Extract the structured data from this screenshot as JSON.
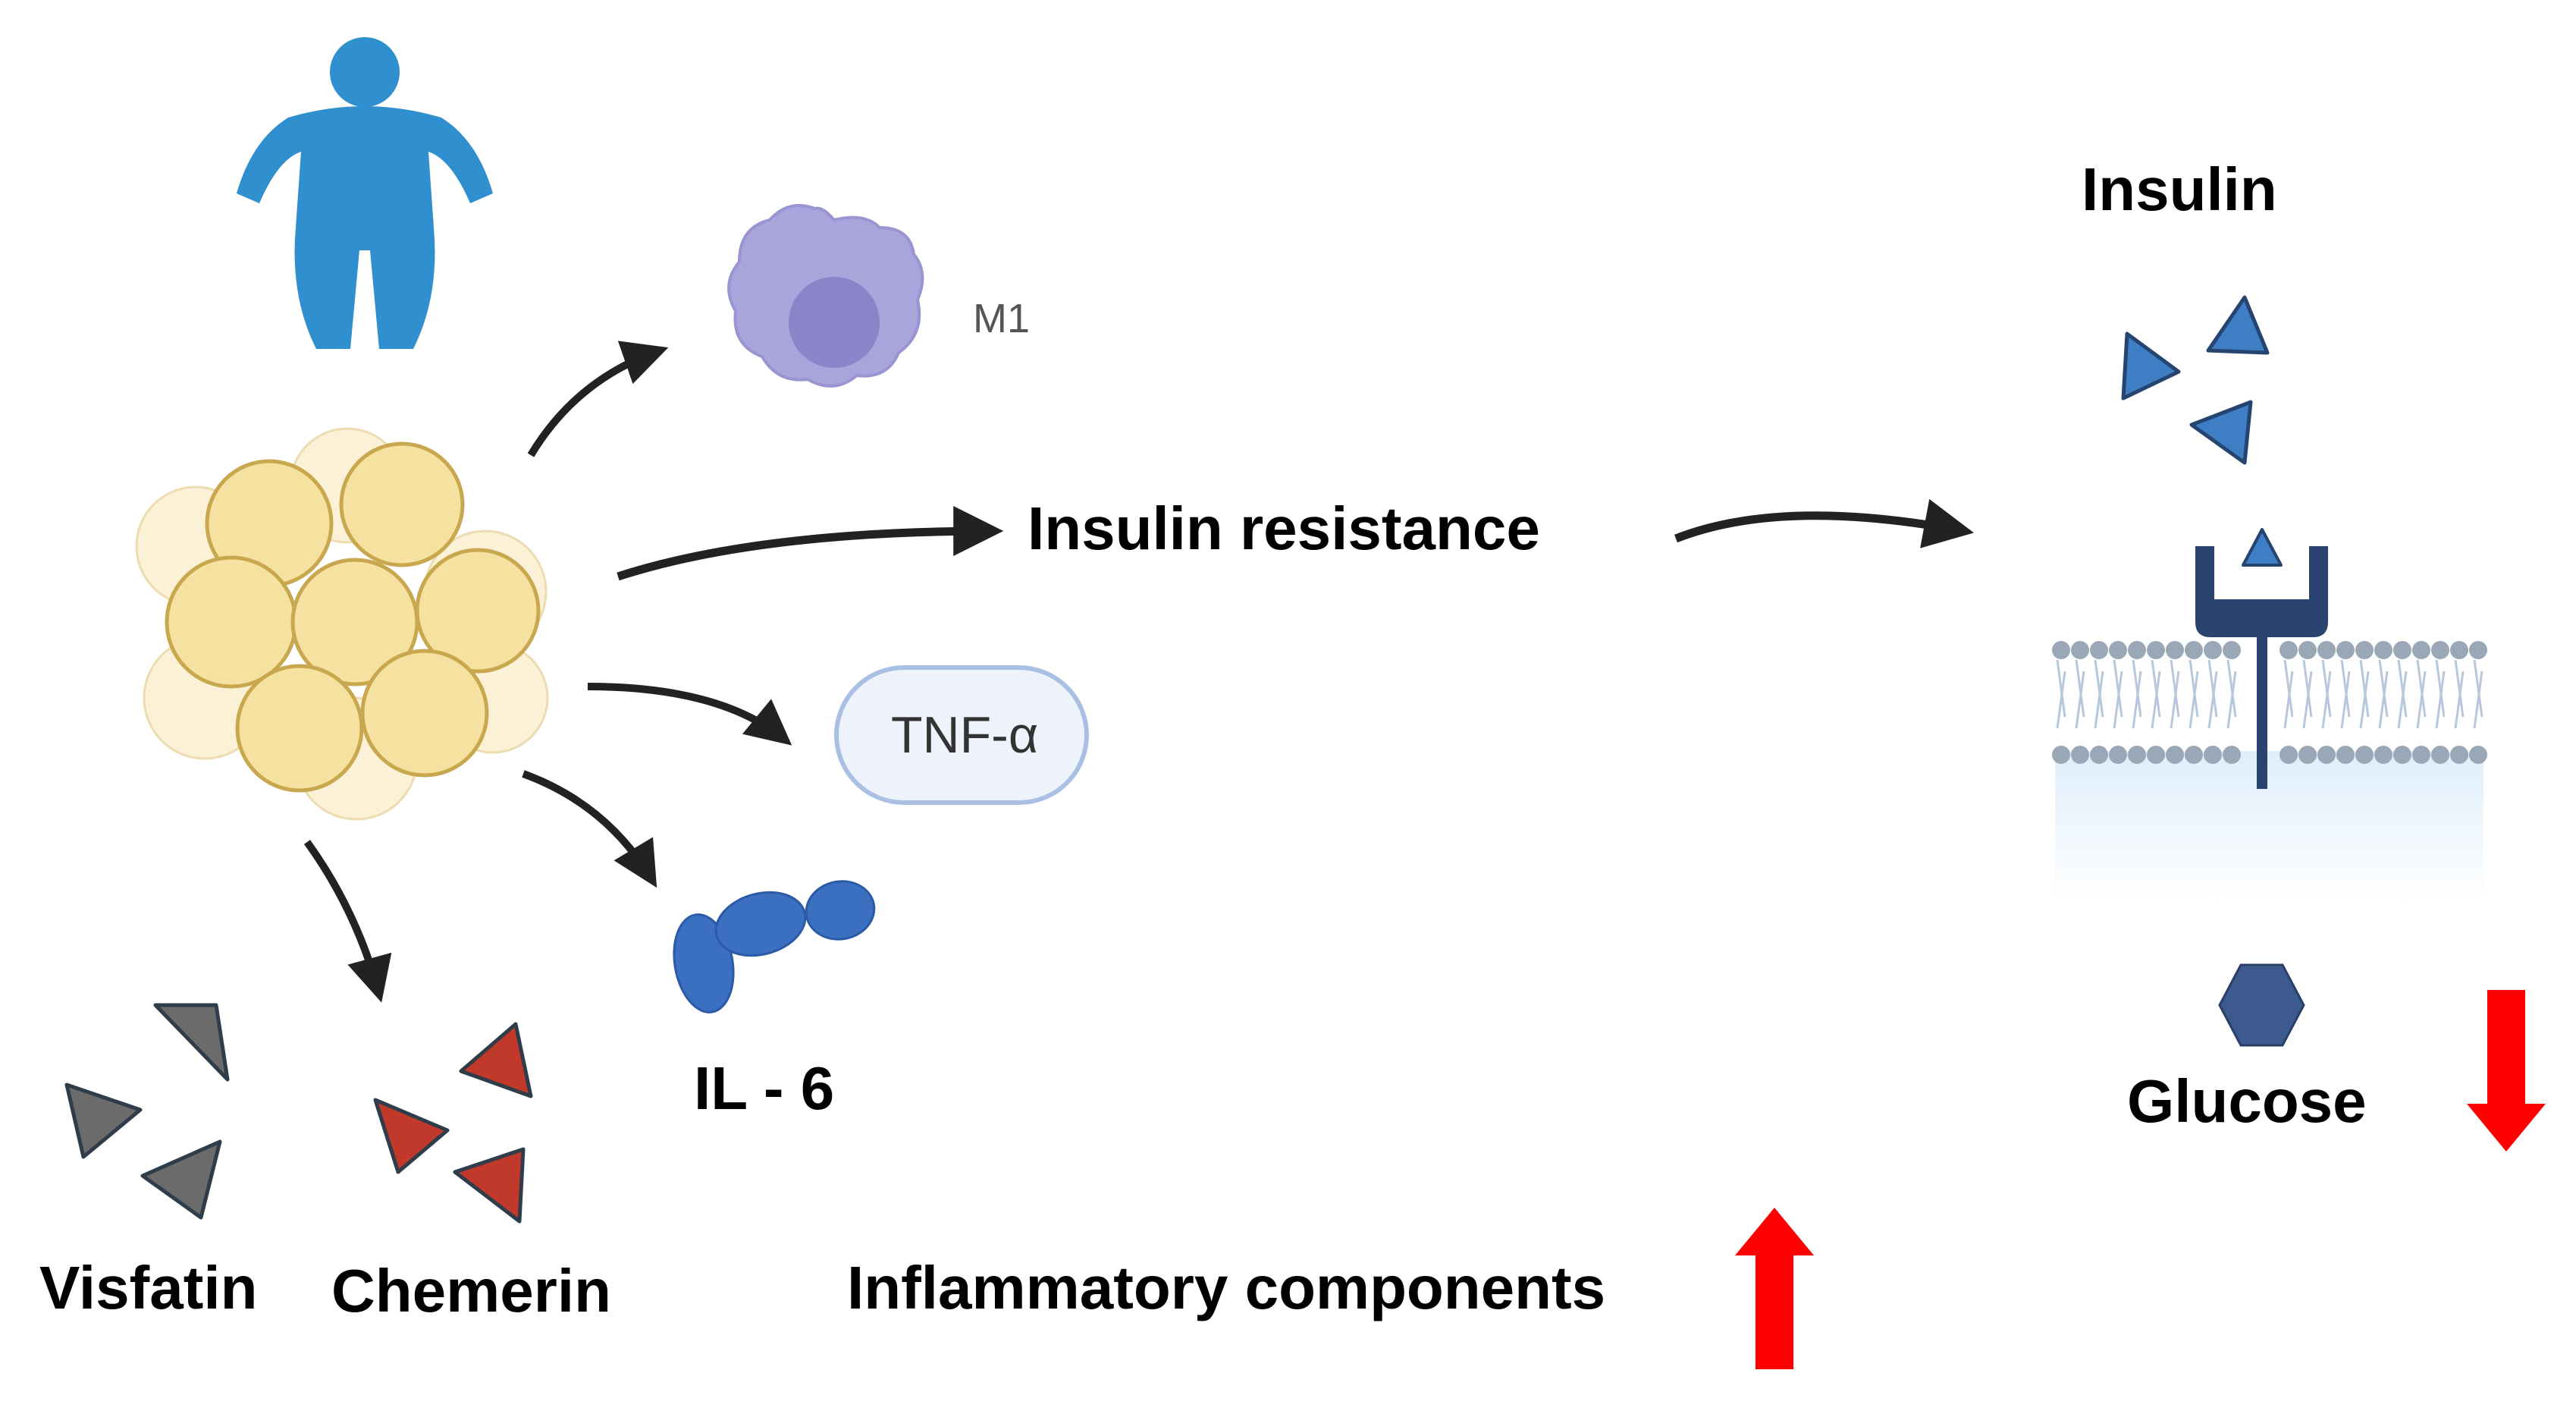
{
  "labels": {
    "m1": "M1",
    "insulin_resistance": "Insulin resistance",
    "tnf": "TNF-α",
    "il6": "IL - 6",
    "visfatin": "Visfatin",
    "chemerin": "Chemerin",
    "inflammatory": "Inflammatory components",
    "insulin": "Insulin",
    "glucose": "Glucose"
  },
  "indicators": {
    "inflammatory_components": "increase",
    "glucose": "decrease"
  },
  "icons": [
    "obese-person-icon",
    "adipocyte-cluster-icon",
    "macrophage-icon",
    "il6-protein-icon",
    "insulin-receptor-icon",
    "cell-membrane-icon",
    "glucose-hexagon-icon"
  ],
  "colors": {
    "person": "#2f8fcf",
    "adipocyte": "#f5e2a0",
    "adipocyte_outline": "#c9a74e",
    "macrophage": "#a9a4dc",
    "macrophage_nucleus": "#8a84c8",
    "il6": "#3b6fc0",
    "insulin": "#3d7ec4",
    "receptor": "#2a4371",
    "glucose": "#3d5a8f",
    "visfatin": "#6b6b6b",
    "chemerin": "#c0392b",
    "up_arrow": "#ff0000",
    "down_arrow": "#ff0000",
    "tnf_fill": "#eef3fb",
    "tnf_border": "#a9bfe3"
  }
}
